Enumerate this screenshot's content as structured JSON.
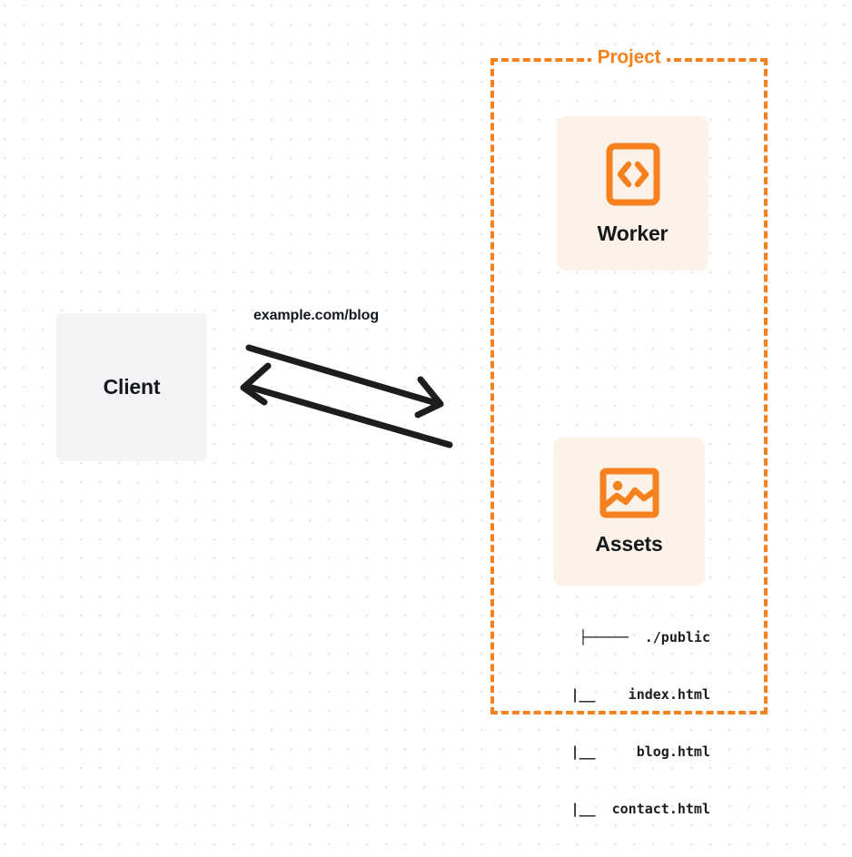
{
  "diagram": {
    "type": "architecture-flow",
    "background": {
      "style": "dot-grid",
      "dot_color": "#e8e8ea",
      "page_color": "#ffffff"
    },
    "accent_color": "#f6821f",
    "card_fill": "#fdf2e7",
    "client_fill": "#f4f4f6",
    "text_color": "#15181c"
  },
  "client": {
    "label": "Client",
    "icon": "client-box"
  },
  "connection": {
    "label": "example.com/blog",
    "arrows": [
      {
        "name": "request-arrow",
        "direction": "client-to-project"
      },
      {
        "name": "response-arrow",
        "direction": "project-to-client"
      }
    ],
    "stroke_color": "#1d1d1f"
  },
  "project": {
    "title": "Project",
    "border_style": "dashed",
    "border_color": "#f6821f",
    "nodes": [
      {
        "id": "worker",
        "label": "Worker",
        "icon": "code-file-icon",
        "icon_glyph": "<>"
      },
      {
        "id": "assets",
        "label": "Assets",
        "icon": "image-icon"
      }
    ],
    "file_tree": {
      "root_prefix": "├─────",
      "root": "./public",
      "child_prefix": "|__",
      "children": [
        "index.html",
        "blog.html",
        "contact.html"
      ],
      "rows": [
        "├─────  ./public",
        "|__    index.html",
        "|__     blog.html",
        "|__  contact.html"
      ]
    }
  }
}
